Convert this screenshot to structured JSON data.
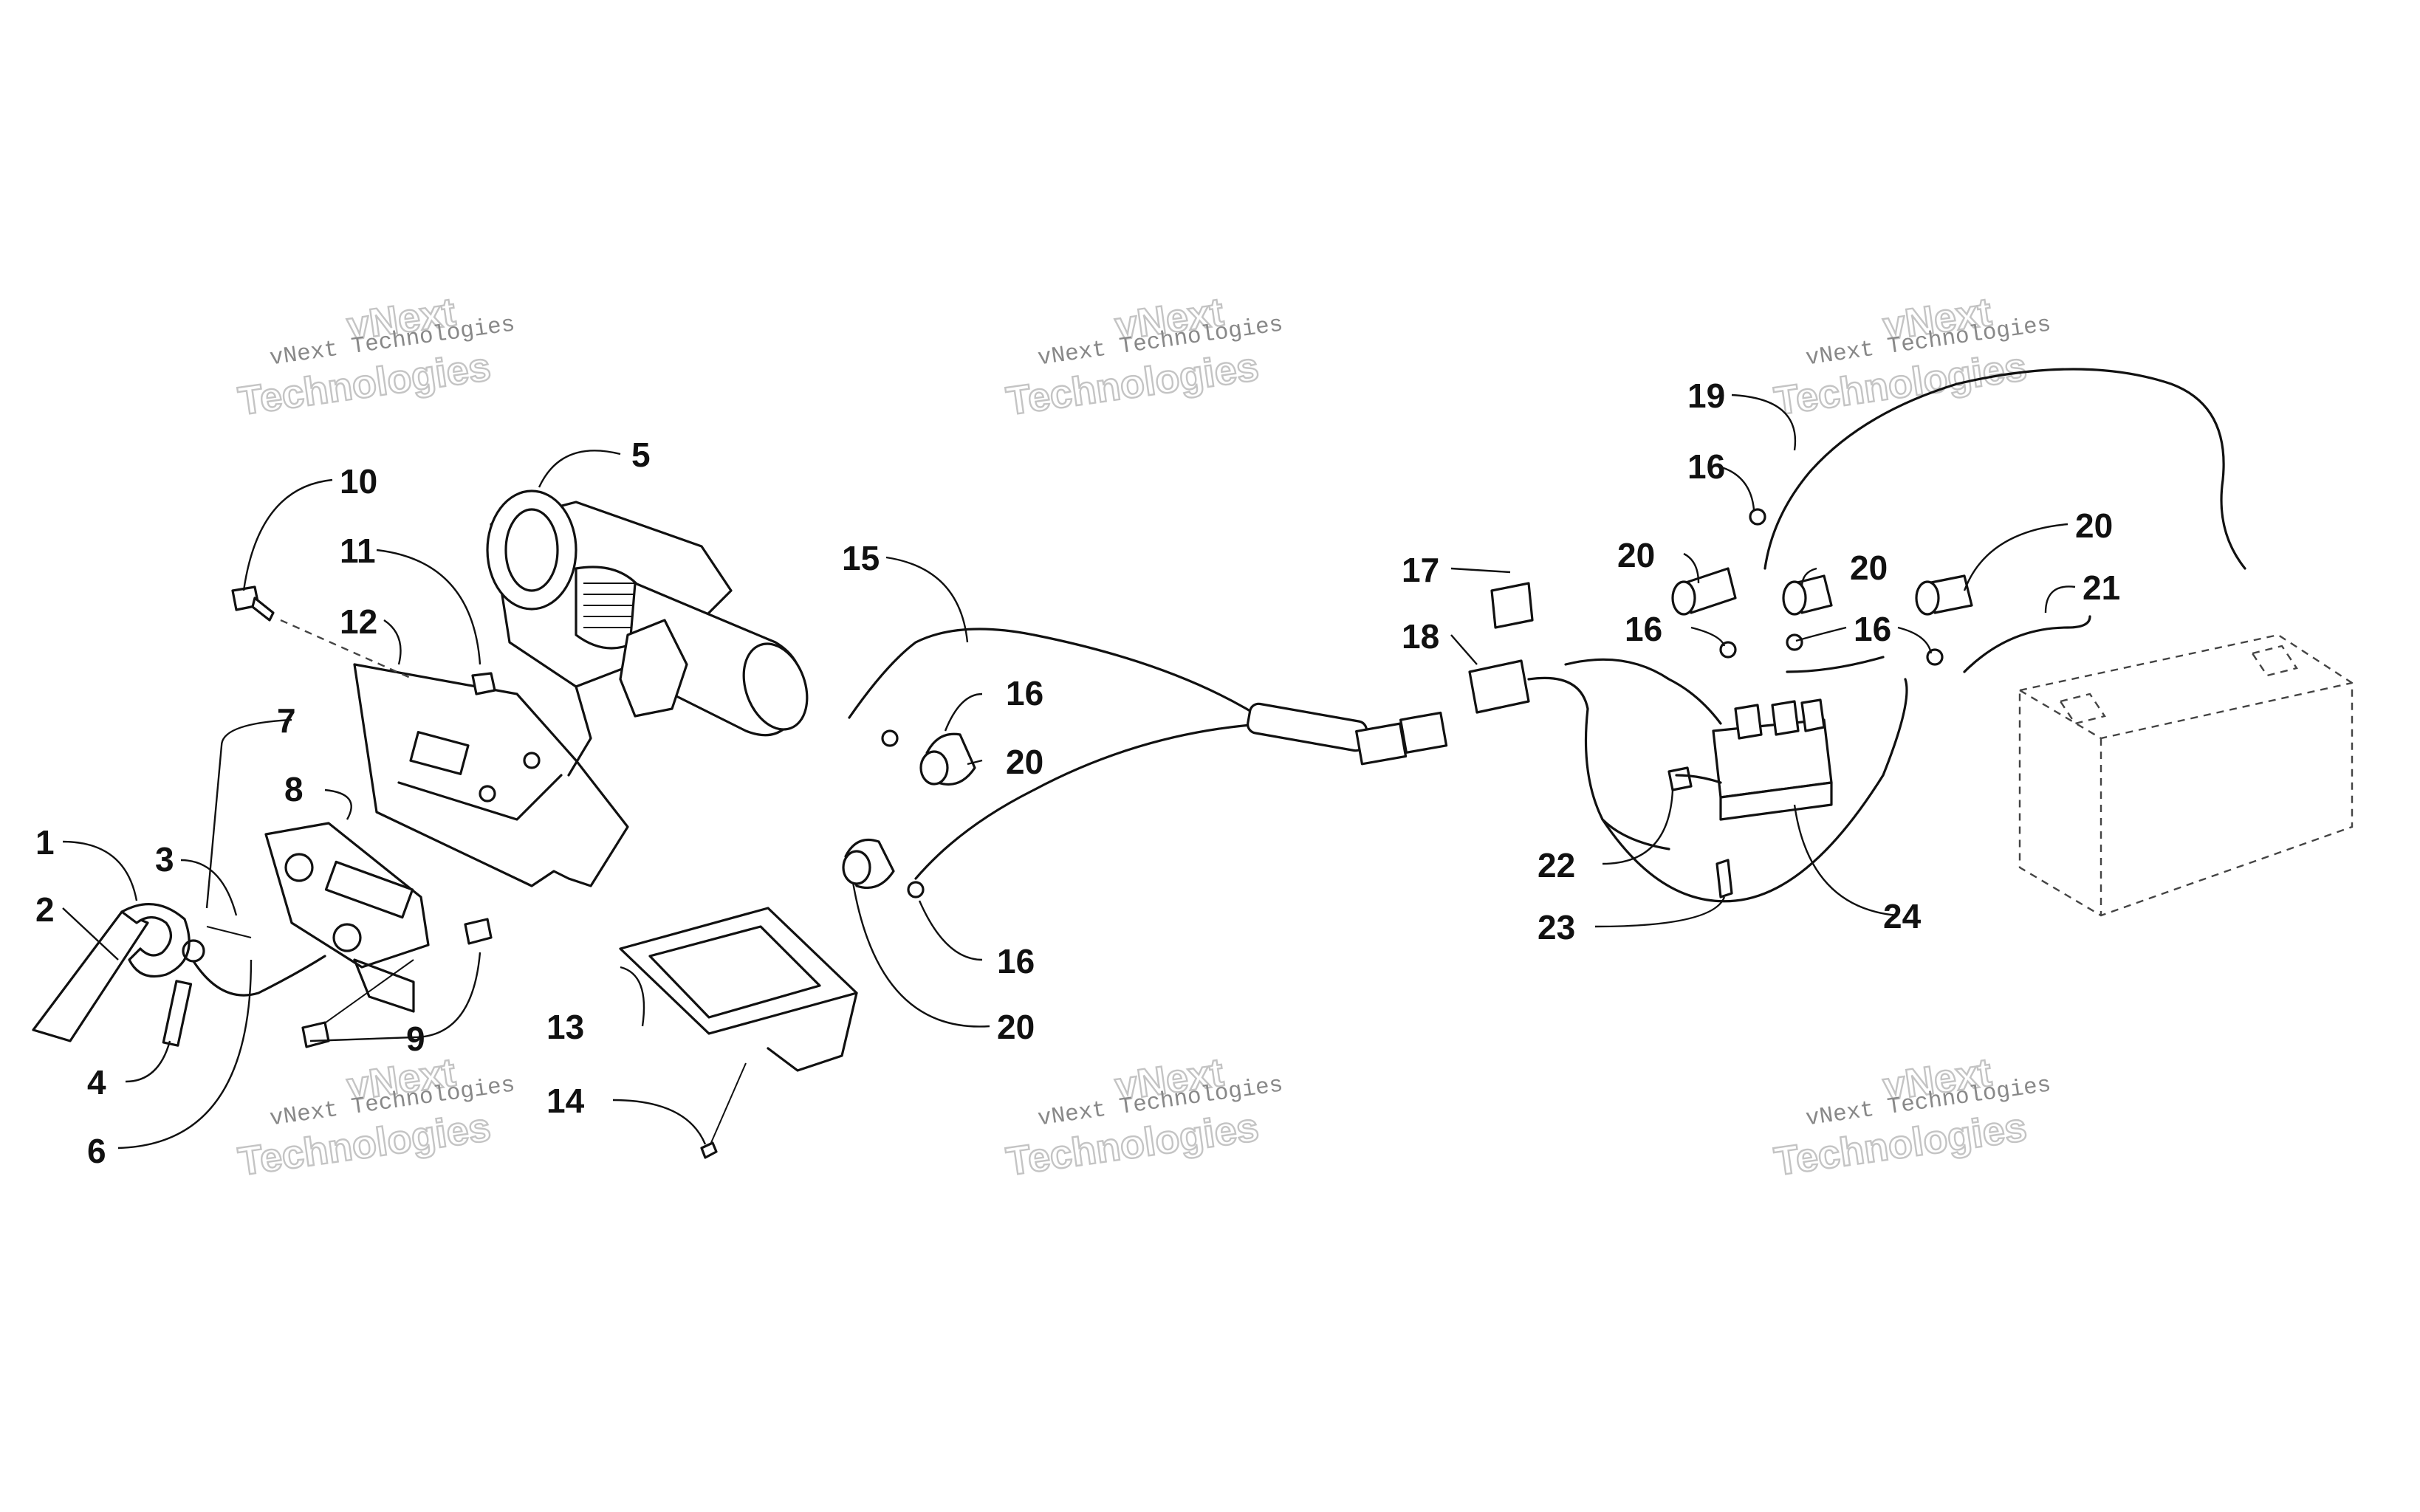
{
  "callouts": [
    "1",
    "2",
    "3",
    "4",
    "5",
    "6",
    "7",
    "8",
    "9",
    "10",
    "11",
    "12",
    "13",
    "14",
    "15",
    "16",
    "16",
    "16",
    "16",
    "16",
    "17",
    "18",
    "19",
    "20",
    "20",
    "20",
    "20",
    "20",
    "21",
    "22",
    "23",
    "24"
  ],
  "watermark": {
    "line1": "vNext Technologies",
    "line2": "vNext",
    "line3": "Technologies"
  }
}
